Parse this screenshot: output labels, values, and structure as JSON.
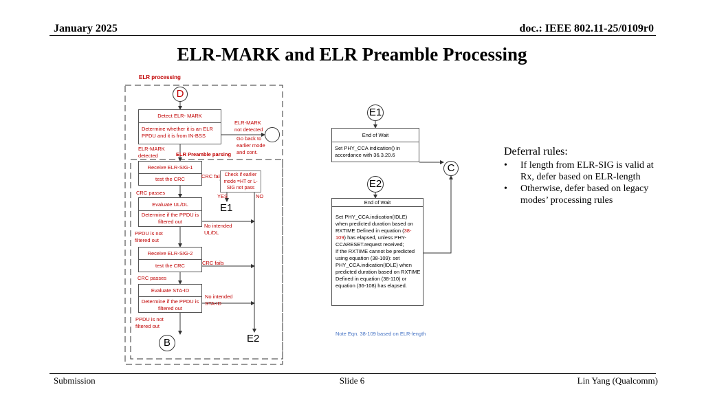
{
  "header": {
    "date": "January 2025",
    "doc": "doc.: IEEE 802.11-25/0109r0"
  },
  "title": "ELR-MARK and ELR Preamble Processing",
  "footer": {
    "left": "Submission",
    "center": "Slide 6",
    "right": "Lin Yang (Qualcomm)"
  },
  "diagram": {
    "elr_processing_label": "ELR processing",
    "preamble_parsing_label": "ELR Preamble parsing",
    "node_d": "D",
    "node_b": "B",
    "node_c": "C",
    "node_e1_left": "E1",
    "node_e2_left": "E2",
    "node_e1_right": "E1",
    "node_e2_right": "E2",
    "detect_header": "Detect ELR- MARK",
    "detect_body": "Determine whether it is an ELR PPDU and it is from IN-BSS",
    "mark_not_detected": "ELR-MARK not detected",
    "go_back": "Go back to earlier mode and cont.",
    "mark_detected": "ELR-MARK detected",
    "receive_sig1": "Receive ELR-SIG-1",
    "test_crc_1": "test the CRC",
    "crc_fails_1": "CRC fails",
    "check_earlier": "Check if earlier mode =HT or L-SIG not pass",
    "yes": "YES",
    "no": "NO",
    "crc_passes_1": "CRC passes",
    "evaluate_uldl": "Evaluate UL/DL",
    "filtered_1": "Determine if the PPDU is filtered out",
    "no_intended_uldl": "No intended UL/DL",
    "not_filtered_1": "PPDU is not filtered out",
    "receive_sig2": "Receive ELR-SIG-2",
    "test_crc_2": "test the CRC",
    "crc_fails_2": "CRC fails",
    "crc_passes_2": "CRC passes",
    "evaluate_staid": "Evaluate STA-ID",
    "filtered_2": "Determine if the PPDU is filtered out",
    "no_intended_staid": "No intended STA-ID",
    "not_filtered_2": "PPDU is not filtered out",
    "end_of_wait_1": "End of Wait",
    "set_cca_1": "Set PHY_CCA indication() in accordance with 36.3.20.6",
    "end_of_wait_2": "End of Wait",
    "set_cca_2_a": "Set PHY_CCA.indication(IDLE) when predicted duration based on RXTIME Defined in equation (",
    "set_cca_2_ref": "38-109",
    "set_cca_2_b": ") has elapsed, unless PHY-CCARESET.request received;",
    "set_cca_2_c": "If the RXTIME cannot be predicted using equation (38-109): set PHY_CCA.indication(IDLE) when predicted duration based on RXTIME Defined in equation (38-110) or  equation (36-108) has elapsed.",
    "note": "Note Eqn. 38-109 based on ELR-length"
  },
  "deferral": {
    "title": "Deferral rules:",
    "bullet": "•",
    "rules": [
      "If length from ELR-SIG is valid at Rx, defer based on ELR-length",
      "Otherwise, defer based on legacy modes’ processing rules"
    ]
  },
  "colors": {
    "red": "#c00000",
    "blue": "#4472c4",
    "line": "#333333"
  }
}
